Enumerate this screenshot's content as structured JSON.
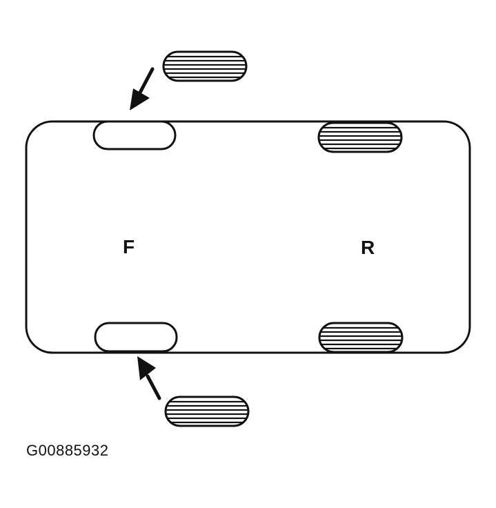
{
  "diagram": {
    "labels": {
      "front": "F",
      "rear": "R"
    },
    "caption": "G00885932",
    "colors": {
      "ink": "#111111",
      "background": "#ffffff"
    }
  }
}
